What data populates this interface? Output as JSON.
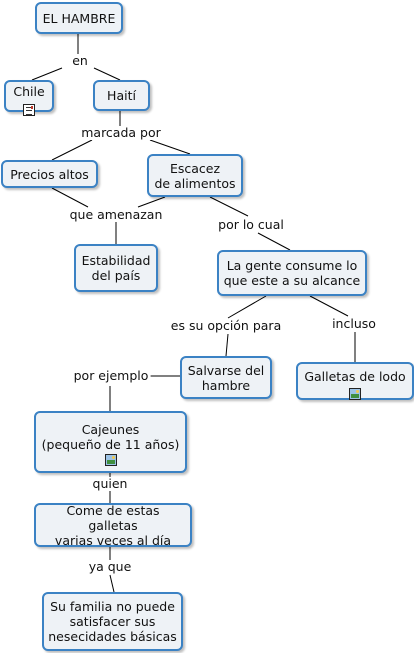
{
  "concept_map": {
    "nodes": {
      "hambre": "EL HAMBRE",
      "chile": "Chile",
      "haiti": "Haití",
      "precios": "Precios altos",
      "escasez": "Escacez\nde alimentos",
      "estabilidad": "Estabilidad\ndel país",
      "gente": "La gente consume lo\nque este a su alcance",
      "salvarse": "Salvarse del\nhambre",
      "galletas": "Galletas de lodo",
      "cajeunes": "Cajeunes\n(pequeño de 11 años)",
      "come": "Come de estas galletas\nvarias veces al día",
      "familia": "Su familia no puede\nsatisfacer sus\nnesecidades básicas"
    },
    "links": {
      "en": "en",
      "marcada_por": "marcada por",
      "que_amenazan": "que amenazan",
      "por_lo_cual": "por lo cual",
      "es_su_opcion": "es su opción para",
      "incluso": "incluso",
      "por_ejemplo": "por ejemplo",
      "quien": "quien",
      "ya_que": "ya que"
    },
    "icons": {
      "chile": "document-icon",
      "galletas": "image-icon",
      "cajeunes": "image-icon"
    },
    "colors": {
      "node_border": "#3b82c4",
      "node_fill": "#eef2f6",
      "line": "#000000"
    }
  }
}
